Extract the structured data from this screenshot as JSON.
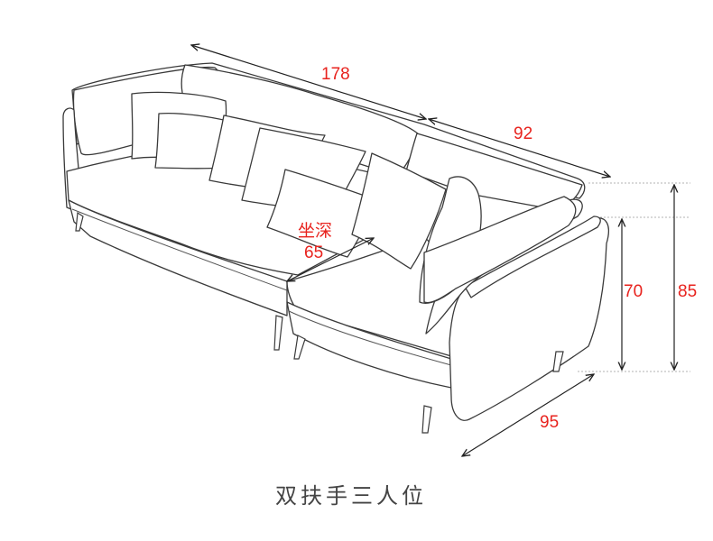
{
  "dimensions": {
    "total_length": "178",
    "chaise_length": "92",
    "seat_depth_label": "坐深",
    "seat_depth": "65",
    "seat_height": "70",
    "total_height": "85",
    "chaise_depth": "95"
  },
  "caption": "双扶手三人位",
  "colors": {
    "outline": "#3a3a3a",
    "dimension_text": "#e8231e",
    "caption_text": "#444444"
  }
}
